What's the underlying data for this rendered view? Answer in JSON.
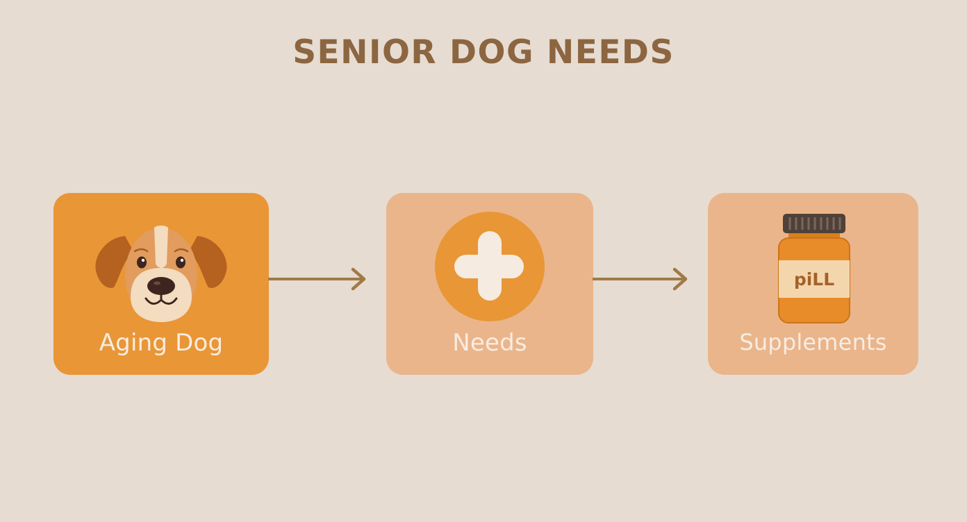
{
  "title": "SENIOR DOG NEEDS",
  "steps": [
    {
      "label": "Aging Dog",
      "icon": "dog-face-icon"
    },
    {
      "label": "Needs",
      "icon": "plus-icon"
    },
    {
      "label": "Supplements",
      "icon": "pill-bottle-icon",
      "icon_text": "piLL"
    }
  ],
  "colors": {
    "background": "#e6dcd2",
    "title": "#8c6641",
    "active_card": "#e99636",
    "inactive_card": "#eab58b",
    "arrow": "#a07a46"
  }
}
